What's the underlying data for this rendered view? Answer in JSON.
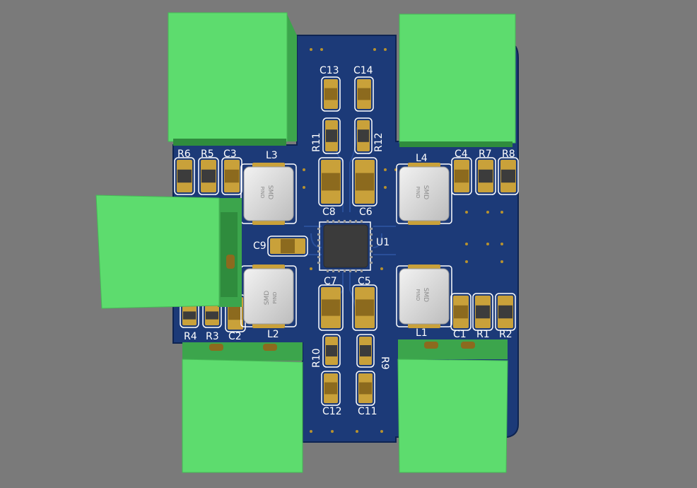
{
  "view": {
    "background": "#7a7a7a"
  },
  "colors": {
    "board": "#1c3a78",
    "board_dark": "#16306a",
    "silkscreen": "#ffffff",
    "pad": "#c9a13a",
    "pad_dark": "#8c6a1e",
    "resistor_body": "#3c3c3c",
    "connector": "#5ddc6e",
    "connector_side": "#3ca54c",
    "inductor": "#d6d6d6",
    "ic": "#3b3b3b"
  },
  "icons": {
    "connector": "green-terminal-block-icon",
    "inductor": "smd-power-inductor-icon",
    "ic": "qfn-chip-icon"
  },
  "labels": {
    "C13": "C13",
    "C14": "C14",
    "R11": "R11",
    "R12": "R12",
    "C8": "C8",
    "C6": "C6",
    "C9": "C9",
    "U1": "U1",
    "C7": "C7",
    "C5": "C5",
    "R10": "R10",
    "R9": "R9",
    "C12": "C12",
    "C11": "C11",
    "R6": "R6",
    "R5": "R5",
    "C3": "C3",
    "L3": "L3",
    "L4": "L4",
    "C4": "C4",
    "R7": "R7",
    "R8": "R8",
    "R4": "R4",
    "R3": "R3",
    "C2": "C2",
    "L2": "L2",
    "L1": "L1",
    "C1": "C1",
    "R1": "R1",
    "R2": "R2"
  },
  "inductor_marking": {
    "line1": "SMD",
    "line2": "PIND"
  }
}
